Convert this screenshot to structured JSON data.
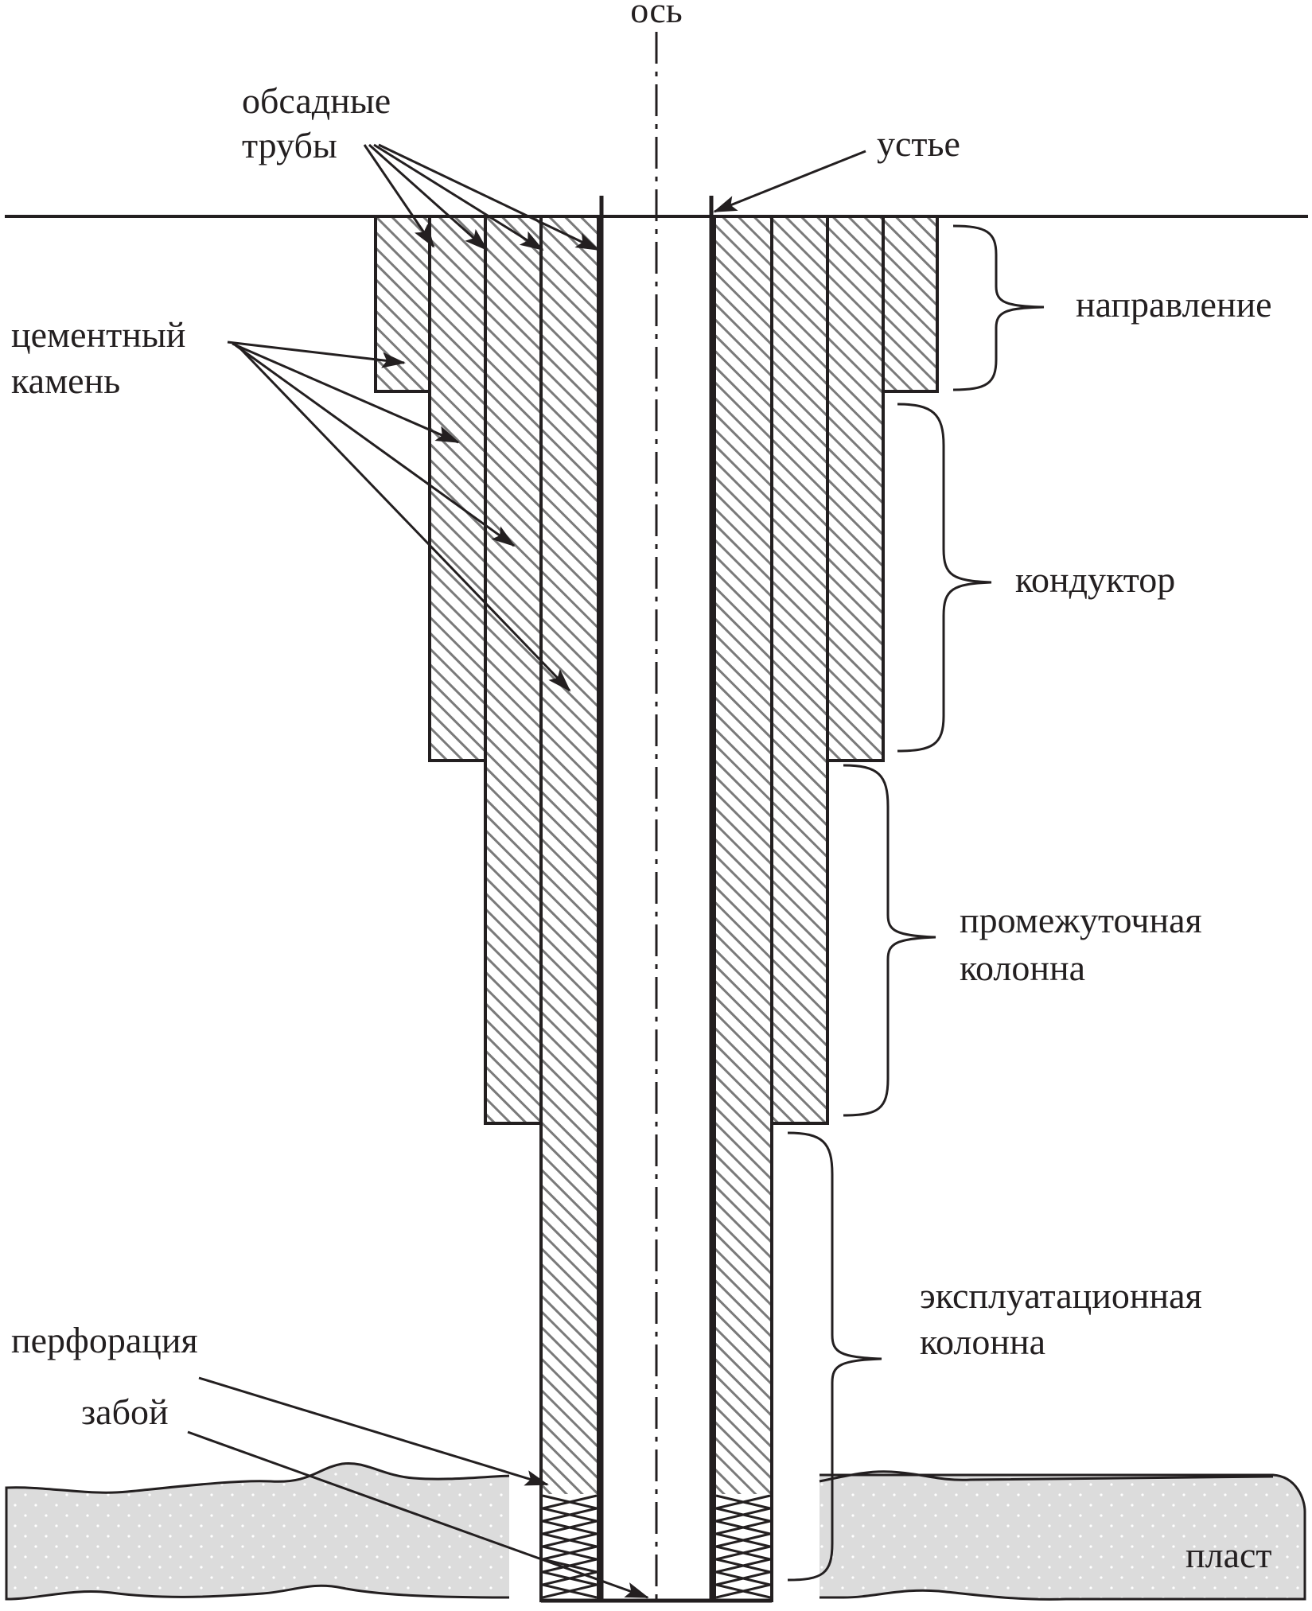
{
  "labels": {
    "axis": "ось",
    "casing_pipes": [
      "обсадные",
      "трубы"
    ],
    "wellhead": "устье",
    "cement_stone": [
      "цементный",
      "камень"
    ],
    "conductor_pipe": "направление",
    "surface_casing": "кондуктор",
    "intermediate_casing": [
      "промежуточная",
      "колонна"
    ],
    "production_casing": [
      "эксплуатационная",
      "колонна"
    ],
    "perforation": "перфорация",
    "bottomhole": "забой",
    "formation": "пласт"
  },
  "colors": {
    "line": "#231f20",
    "hatch": "#7a7a7a",
    "formation_fill": "#dcdcdc",
    "formation_dots": "#ffffff",
    "background": "#ffffff"
  }
}
